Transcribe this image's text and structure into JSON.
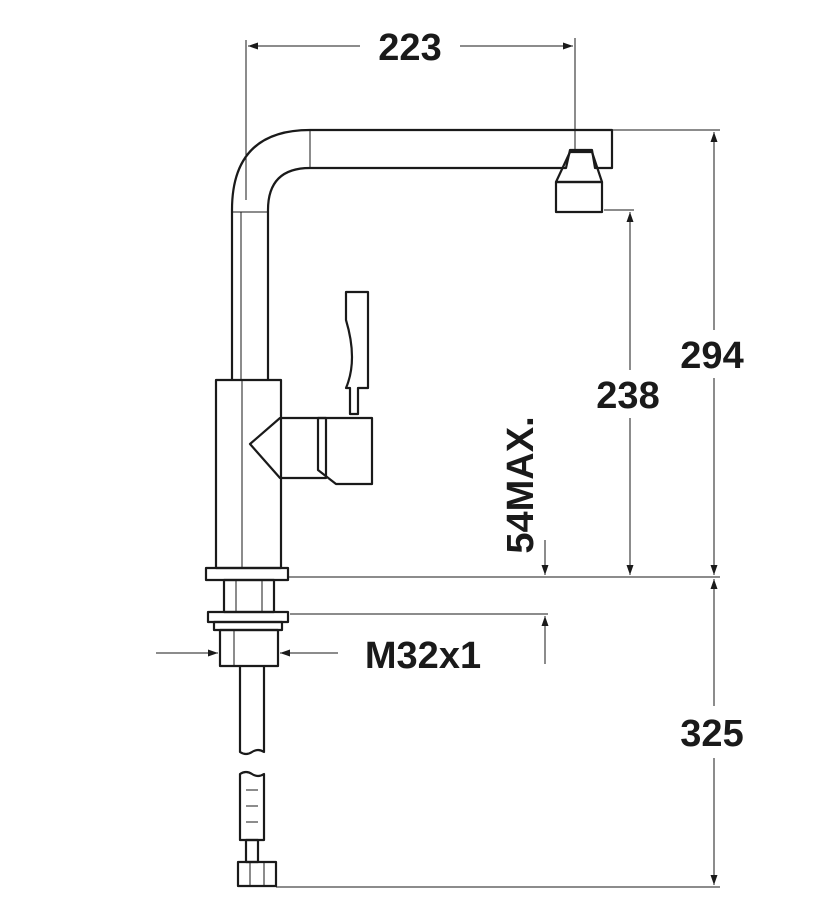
{
  "drawing": {
    "stroke_color": "#1a1a1a",
    "background_color": "#ffffff"
  },
  "dimensions": {
    "spout_reach": "223",
    "total_height": "294",
    "spout_clearance": "238",
    "counter_thickness": "54MAX.",
    "thread": "M32x1",
    "hose_length": "325"
  }
}
